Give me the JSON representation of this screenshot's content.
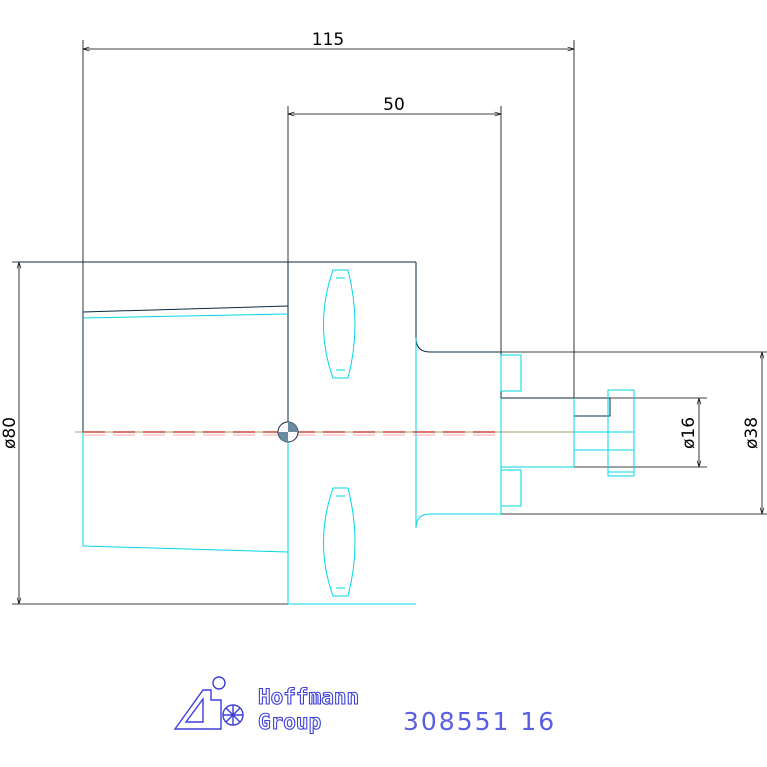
{
  "drawing": {
    "dimensions": {
      "overall_length": "115",
      "shank_length": "50",
      "body_diameter": "ø80",
      "bore_diameter": "ø16",
      "collar_diameter": "ø38"
    },
    "colors": {
      "outline": "#0b2a3f",
      "cyan": "#00d8e6",
      "dimension": "#000000",
      "centerline": "#d62020",
      "brand": "#3b3fd8"
    }
  },
  "title_block": {
    "brand_line1": "Hoffmann",
    "brand_line2": "Group",
    "part_number": "308551 16"
  }
}
